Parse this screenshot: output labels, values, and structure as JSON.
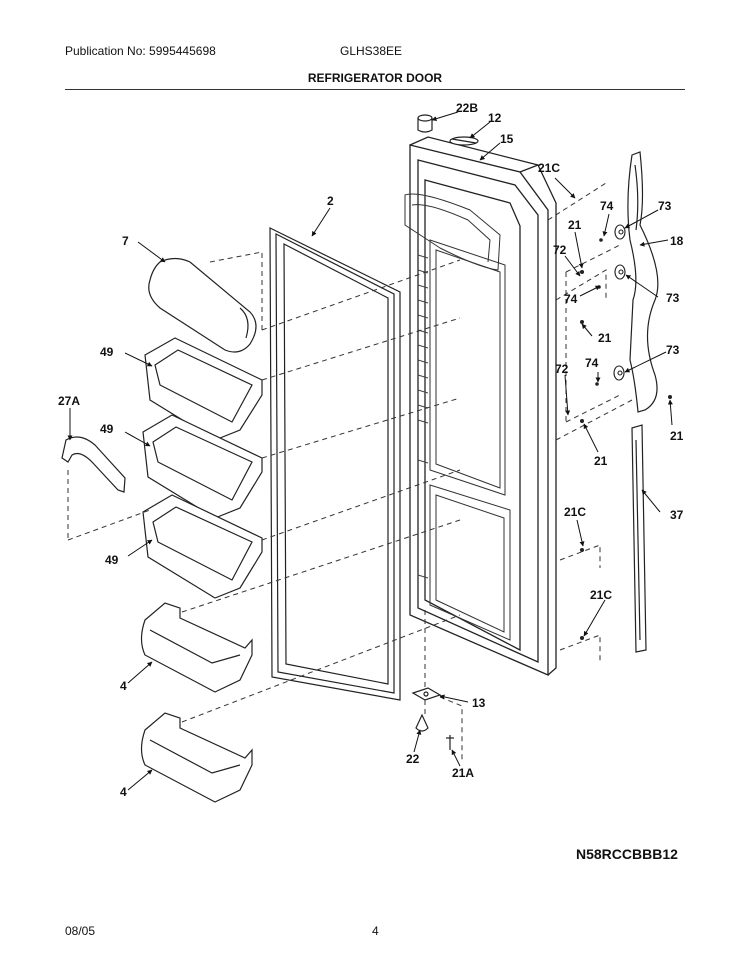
{
  "header": {
    "publication": "Publication No: 5995445698",
    "model": "GLHS38EE",
    "title": "REFRIGERATOR DOOR"
  },
  "diagram_code": "N58RCCBBB12",
  "footer": {
    "date": "08/05",
    "page": "4"
  },
  "callouts": {
    "p22b": "22B",
    "p12": "12",
    "p15": "15",
    "p21c_top": "21C",
    "p2": "2",
    "p7": "7",
    "p74_a": "74",
    "p73_a": "73",
    "p18": "18",
    "p21_a": "21",
    "p72_a": "72",
    "p74_b": "74",
    "p73_b": "73",
    "p21_b": "21",
    "p49_a": "49",
    "p27a": "27A",
    "p49_b": "49",
    "p72_b": "72",
    "p74_c": "74",
    "p73_c": "73",
    "p21_c": "21",
    "p21_d": "21",
    "p21c_mid": "21C",
    "p37": "37",
    "p49_c": "49",
    "p21c_low": "21C",
    "p4_a": "4",
    "p13": "13",
    "p22": "22",
    "p21a": "21A",
    "p4_b": "4"
  }
}
